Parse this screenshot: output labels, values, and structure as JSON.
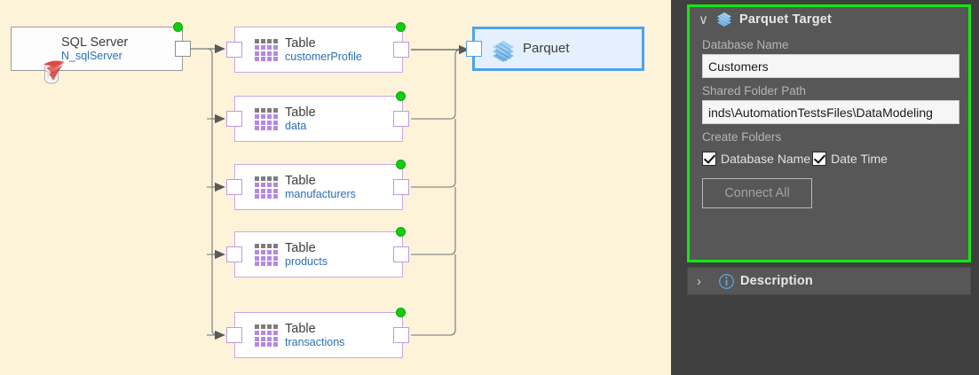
{
  "canvas": {
    "background_color": "#fdf3d9",
    "source_node": {
      "title": "SQL Server",
      "subtitle": "N_sqlServer",
      "icon": "sql-server-icon",
      "status": "ready"
    },
    "table_nodes": [
      {
        "title": "Table",
        "subtitle": "customerProfile",
        "icon": "table-grid-icon"
      },
      {
        "title": "Table",
        "subtitle": "data",
        "icon": "table-grid-icon"
      },
      {
        "title": "Table",
        "subtitle": "manufacturers",
        "icon": "table-grid-icon"
      },
      {
        "title": "Table",
        "subtitle": "products",
        "icon": "table-grid-icon"
      },
      {
        "title": "Table",
        "subtitle": "transactions",
        "icon": "table-grid-icon"
      }
    ],
    "target_node": {
      "title": "Parquet",
      "icon": "parquet-layers-icon",
      "selected": true,
      "border_color": "#4da3ec"
    },
    "colors": {
      "table_border": "#c9a8e8",
      "status_dot": "#12cc12",
      "wire": "#8a8a88",
      "link_text": "#2d6fb5"
    }
  },
  "panel": {
    "highlight_color": "#12e812",
    "parquet_target": {
      "chevron": "∨",
      "icon": "parquet-layers-icon",
      "title": "Parquet Target",
      "database_name": {
        "label": "Database Name",
        "value": "Customers",
        "placeholder": "Database Name"
      },
      "shared_folder_path": {
        "label": "Shared Folder Path",
        "value": "inds\\AutomationTestsFiles\\DataModeling",
        "placeholder": "Shared Folder Path"
      },
      "create_folders": {
        "label": "Create Folders",
        "options": [
          {
            "label": "Database Name",
            "checked": true
          },
          {
            "label": "Date Time",
            "checked": true
          }
        ]
      },
      "connect_all_label": "Connect All"
    },
    "description": {
      "chevron": "›",
      "icon": "info-icon",
      "title": "Description"
    }
  }
}
